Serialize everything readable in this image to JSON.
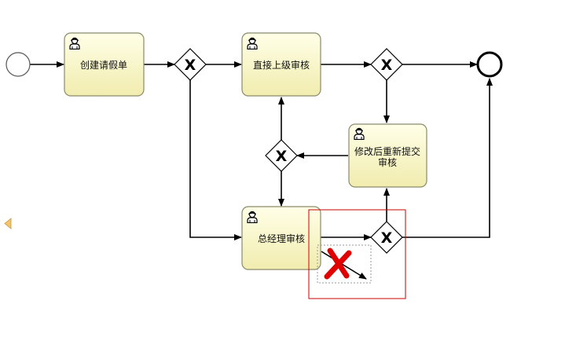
{
  "diagram": {
    "tasks": [
      {
        "id": "create",
        "label": "创建请假单"
      },
      {
        "id": "direct",
        "label": "直接上级审核"
      },
      {
        "id": "modify",
        "label_lines": [
          "修改后重新提交",
          "审核"
        ]
      },
      {
        "id": "gm",
        "label": "总经理审核"
      }
    ],
    "gateway_symbol": "X"
  },
  "colors": {
    "task_fill_top": "#ffffe0",
    "task_fill_bottom": "#f3efb2",
    "task_stroke": "#8a8a6a",
    "flow": "#000000",
    "selection_box": "#cc0000",
    "delete_mark": "#e00000"
  },
  "icons": {
    "task": "user-icon",
    "gateway": "exclusive-gateway-x-icon",
    "delete": "delete-x-icon",
    "side_toggle": "triangle-left-icon"
  }
}
